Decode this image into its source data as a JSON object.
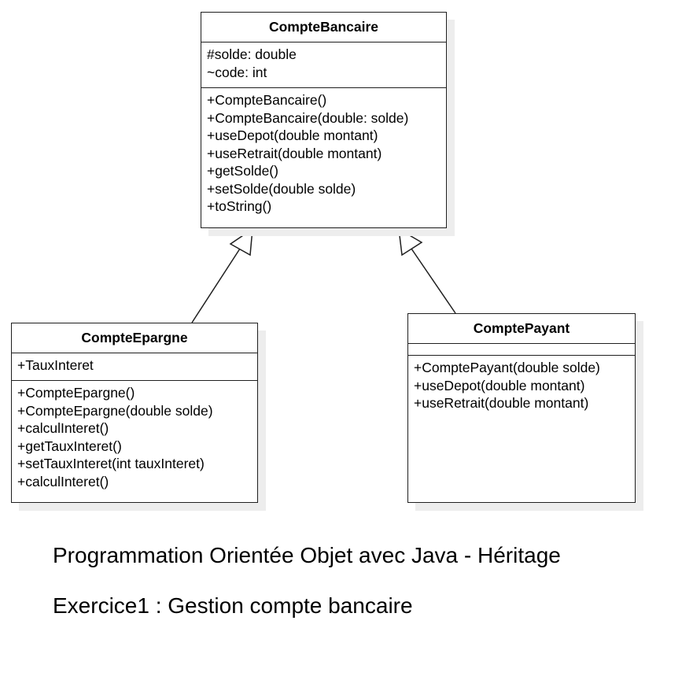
{
  "classes": {
    "compte_bancaire": {
      "name": "CompteBancaire",
      "attributes": [
        "#solde: double",
        "~code: int"
      ],
      "methods": [
        "+CompteBancaire()",
        "+CompteBancaire(double: solde)",
        "+useDepot(double montant)",
        "+useRetrait(double montant)",
        "+getSolde()",
        "+setSolde(double solde)",
        "+toString()"
      ]
    },
    "compte_epargne": {
      "name": "CompteEpargne",
      "attributes": [
        "+TauxInteret"
      ],
      "methods": [
        "+CompteEpargne()",
        "+CompteEpargne(double solde)",
        "+calculInteret()",
        "+getTauxInteret()",
        "+setTauxInteret(int tauxInteret)",
        "+calculInteret()"
      ]
    },
    "compte_payant": {
      "name": "ComptePayant",
      "attributes": [],
      "methods": [
        "+ComptePayant(double solde)",
        "+useDepot(double montant)",
        "+useRetrait(double montant)"
      ]
    }
  },
  "captions": {
    "course": "Programmation Orientée Objet avec Java  - Héritage",
    "exercise": "Exercice1 : Gestion compte bancaire"
  },
  "colors": {
    "border": "#1f1f1f",
    "shadow": "#ededed",
    "text": "#000000"
  }
}
